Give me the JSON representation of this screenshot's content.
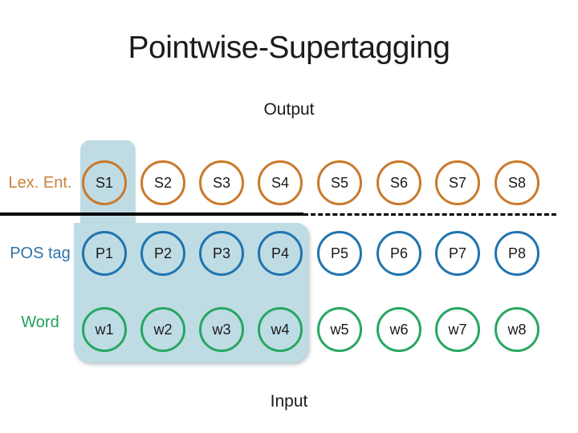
{
  "title": "Pointwise-Supertagging",
  "output_label": "Output",
  "input_label": "Input",
  "highlight": {
    "color": "#BFDCE5"
  },
  "divider": {
    "color": "#000000"
  },
  "rows": [
    {
      "id": "lex-ent",
      "label": "Lex. Ent.",
      "label_color": "#C9823C",
      "circle_color": "#C97A2B",
      "items": [
        "S1",
        "S2",
        "S3",
        "S4",
        "S5",
        "S6",
        "S7",
        "S8"
      ]
    },
    {
      "id": "pos-tag",
      "label": "POS tag",
      "label_color": "#2E73A8",
      "circle_color": "#2174AE",
      "items": [
        "P1",
        "P2",
        "P3",
        "P4",
        "P5",
        "P6",
        "P7",
        "P8"
      ]
    },
    {
      "id": "word",
      "label": "Word",
      "label_color": "#21A05C",
      "circle_color": "#27A762",
      "items": [
        "w1",
        "w2",
        "w3",
        "w4",
        "w5",
        "w6",
        "w7",
        "w8"
      ]
    }
  ]
}
